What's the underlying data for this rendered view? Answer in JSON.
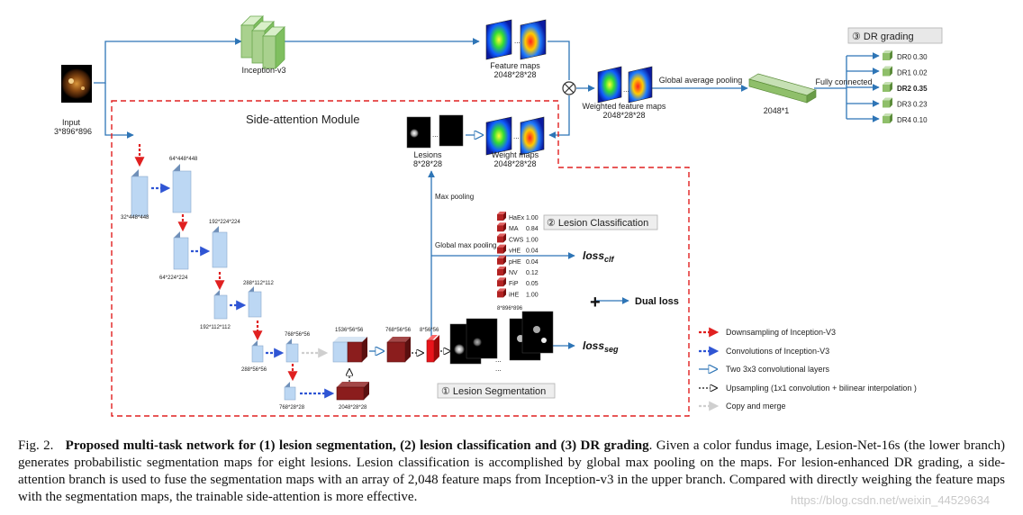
{
  "figure": {
    "input": {
      "label": "Input",
      "dims": "3*896*896"
    },
    "inception_label": "Inception-v3",
    "feature_maps": {
      "label": "Feature maps",
      "dims": "2048*28*28"
    },
    "weighted_feature_maps": {
      "label": "Weighted feature maps",
      "dims": "2048*28*28"
    },
    "gap_label": "Global average pooling",
    "fc_label": "Fully connected",
    "vector_dims": "2048*1",
    "dr_grading": {
      "title": "③ DR grading",
      "grades": [
        {
          "name": "DR0",
          "value": "0.30",
          "bold": false
        },
        {
          "name": "DR1",
          "value": "0.02",
          "bold": false
        },
        {
          "name": "DR2",
          "value": "0.35",
          "bold": true
        },
        {
          "name": "DR3",
          "value": "0.23",
          "bold": false
        },
        {
          "name": "DR4",
          "value": "0.10",
          "bold": false
        }
      ]
    },
    "side_attention_title": "Side-attention Module",
    "lesions": {
      "label": "Lesions",
      "dims": "8*28*28"
    },
    "weight_maps": {
      "label": "Weight maps",
      "dims": "2048*28*28"
    },
    "max_pooling": "Max pooling",
    "global_max_pooling": "Global max pooling",
    "lesion_classification": {
      "title": "② Lesion Classification",
      "items": [
        {
          "name": "HaEx",
          "value": "1.00"
        },
        {
          "name": "MA",
          "value": "0.84"
        },
        {
          "name": "CWS",
          "value": "1.00"
        },
        {
          "name": "vHE",
          "value": "0.04"
        },
        {
          "name": "pHE",
          "value": "0.04"
        },
        {
          "name": "NV",
          "value": "0.12"
        },
        {
          "name": "FiP",
          "value": "0.05"
        },
        {
          "name": "iHE",
          "value": "1.00"
        }
      ]
    },
    "loss_clf": {
      "base": "loss",
      "sub": "clf"
    },
    "loss_seg": {
      "base": "loss",
      "sub": "seg"
    },
    "dual_loss": "Dual loss",
    "plus": "+",
    "lesion_segmentation_title": "① Lesion Segmentation",
    "seg_dims": "8*896*896",
    "dims": {
      "d32_448": "32*448*448",
      "d64_448": "64*448*448",
      "d64_224": "64*224*224",
      "d192_224": "192*224*224",
      "d192_112": "192*112*112",
      "d288_112": "288*112*112",
      "d288_56": "288*56*56",
      "d768_56a": "768*56*56",
      "d1536_56": "1536*56*56",
      "d768_56b": "768*56*56",
      "d8_56": "8*56*56",
      "d768_28": "768*28*28",
      "d2048_28": "2048*28*28"
    },
    "ellipsis": "...",
    "legend": [
      {
        "label": "Downsampling of Inception-V3"
      },
      {
        "label": "Convolutions of Inception-V3"
      },
      {
        "label": "Two 3x3 convolutional layers"
      },
      {
        "label": "Upsampling (1x1 convolution + bilinear interpolation )"
      },
      {
        "label": "Copy and merge"
      }
    ]
  },
  "caption": {
    "prefix": "Fig. 2.",
    "bold": "Proposed multi-task network for (1) lesion segmentation, (2) lesion classification and (3) DR grading",
    "text": ". Given a color fundus image, Lesion-Net-16s (the lower branch) generates probabilistic segmentation maps for eight lesions. Lesion classification is accomplished by global max pooling on the maps. For lesion-enhanced DR grading, a side-attention branch is used to fuse the segmentation maps with an array of 2,048 feature maps from Inception-v3 in the upper branch. Compared with directly weighing the feature maps with the segmentation maps, the trainable side-attention is more effective."
  },
  "watermark": "https://blog.csdn.net/weixin_44529634",
  "colors": {
    "blue_arrow": "#2e75b6",
    "red_dash": "#e02020",
    "conv_blue": "#2f55d4",
    "block_face": "#bcd7f3",
    "block_side": "#7f9fc4",
    "dark_red": "#8b1d1d",
    "bright_red": "#e8141b",
    "green": "#a9d18e"
  }
}
